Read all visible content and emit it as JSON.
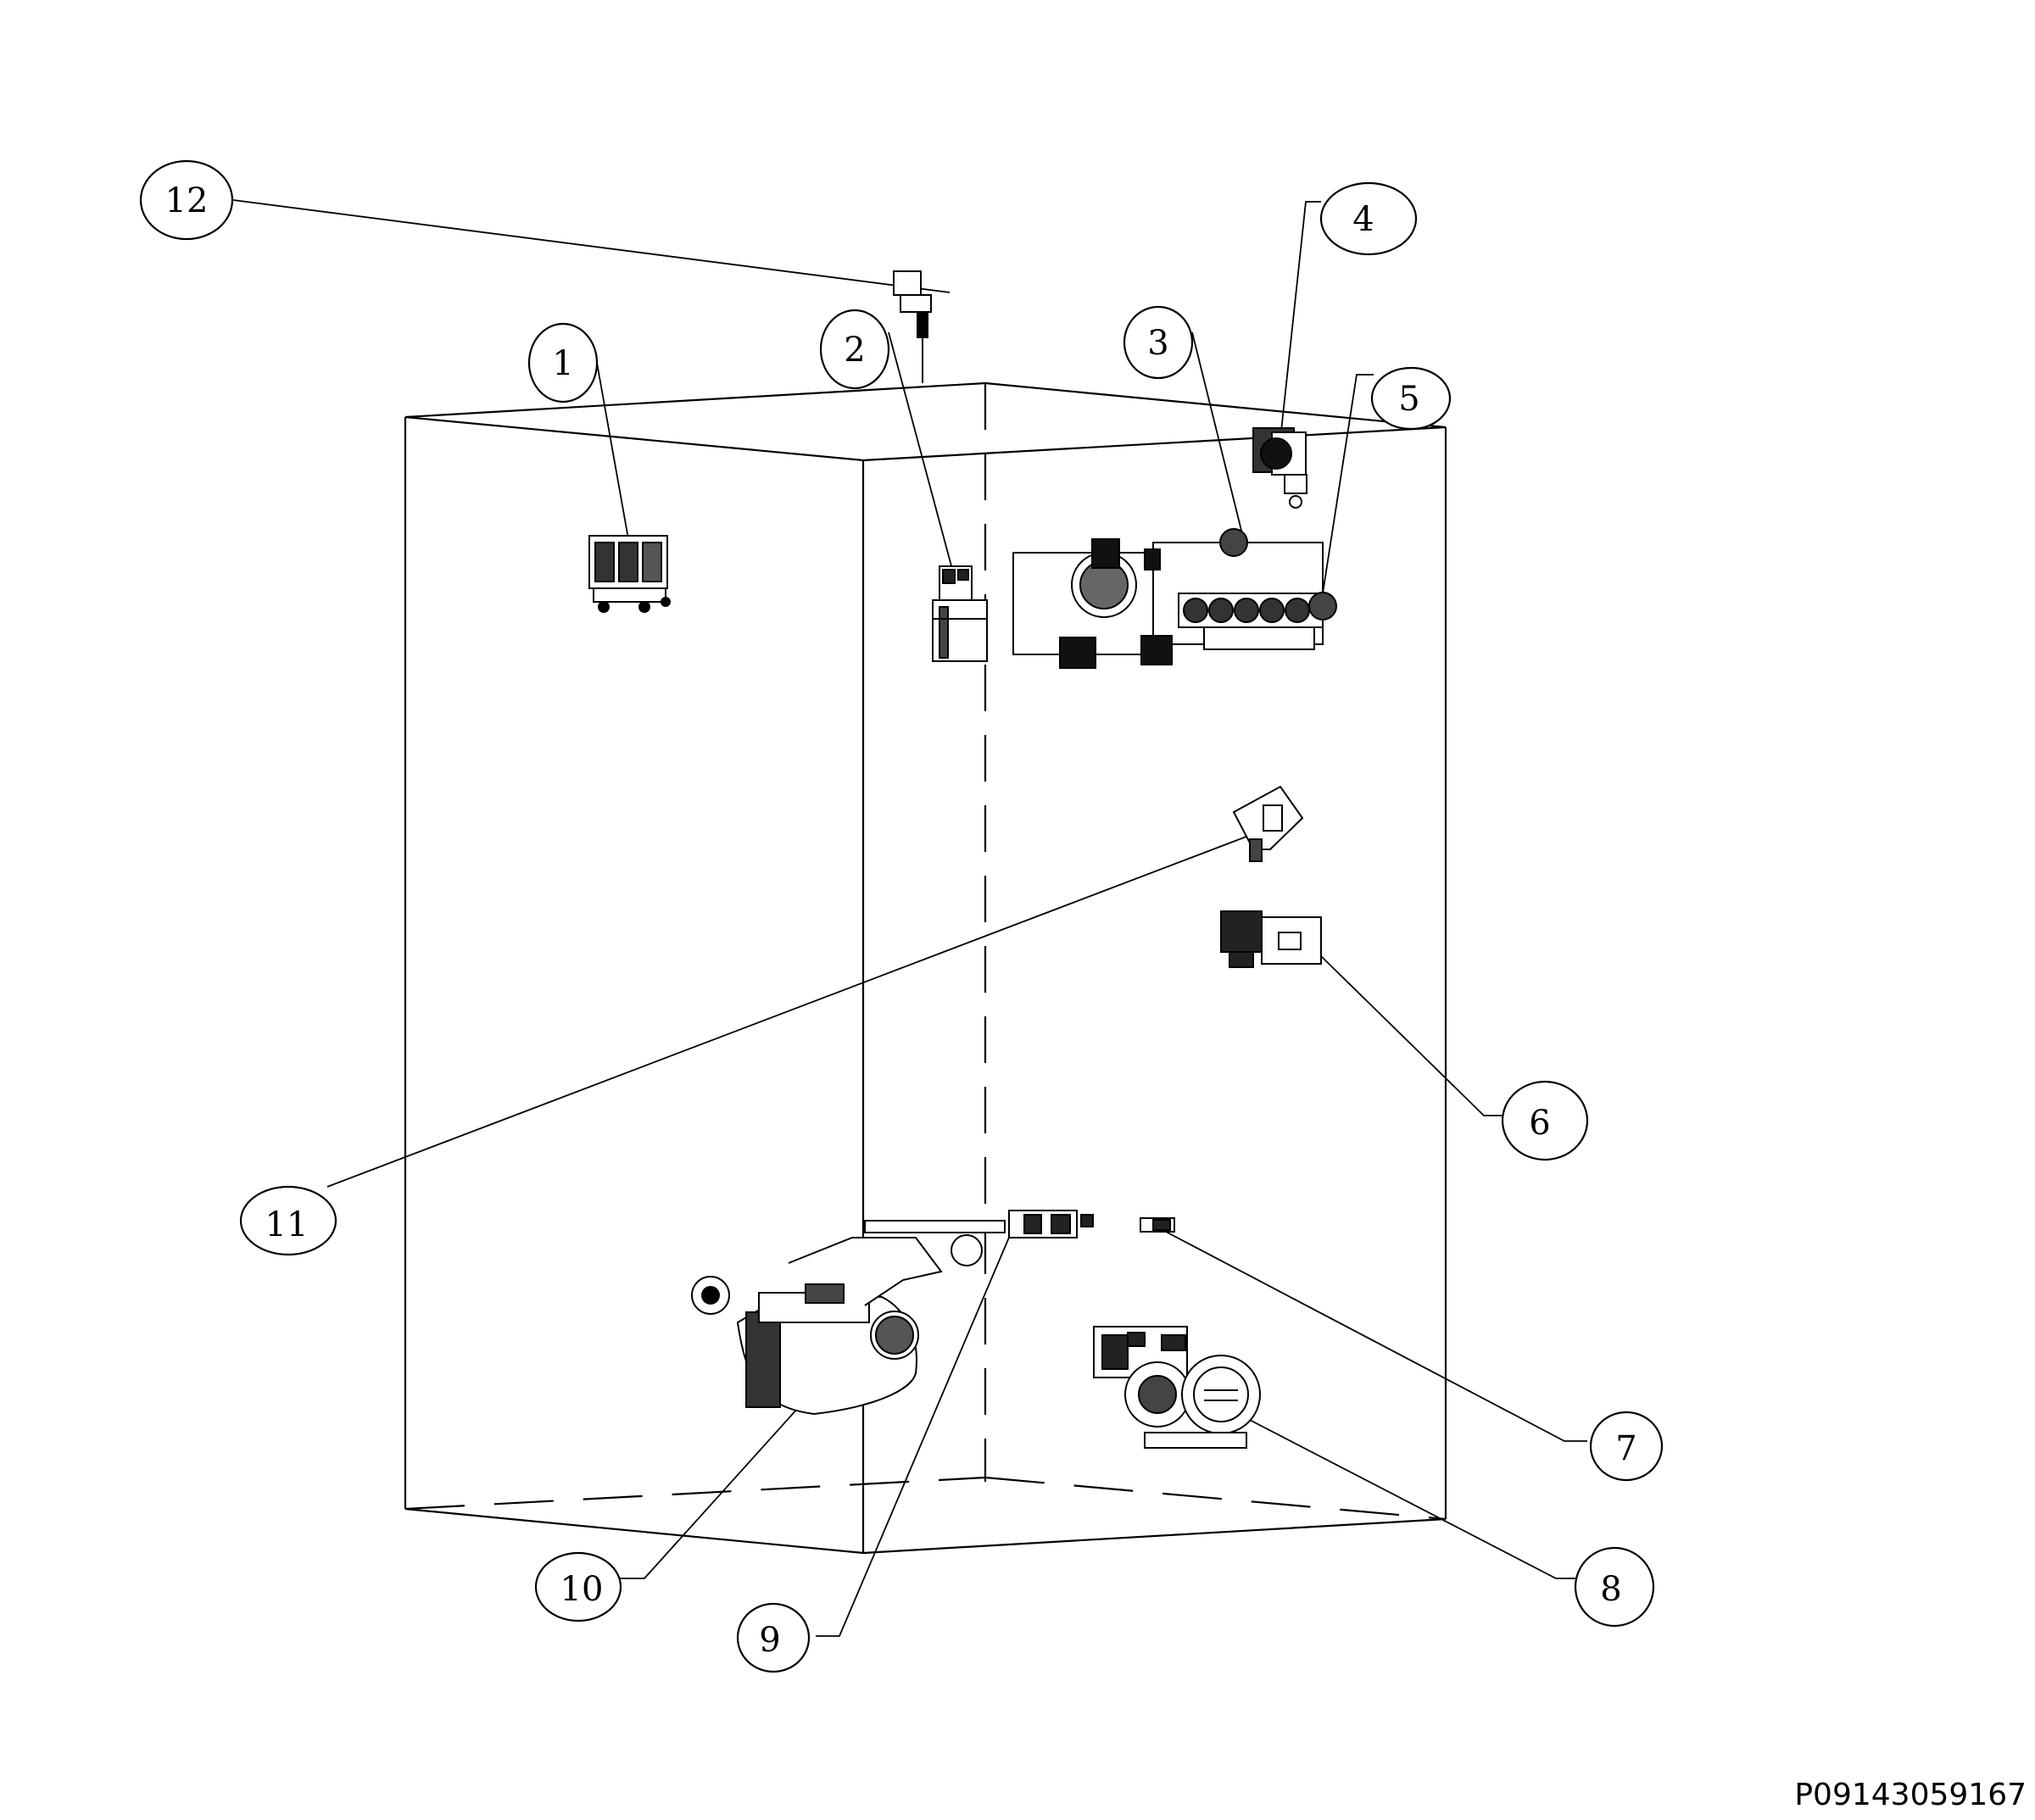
{
  "diagram": {
    "reference_code": "P09143059167",
    "callouts": [
      {
        "id": "callout-1",
        "label": "1"
      },
      {
        "id": "callout-2",
        "label": "2"
      },
      {
        "id": "callout-3",
        "label": "3"
      },
      {
        "id": "callout-4",
        "label": "4"
      },
      {
        "id": "callout-5",
        "label": "5"
      },
      {
        "id": "callout-6",
        "label": "6"
      },
      {
        "id": "callout-7",
        "label": "7"
      },
      {
        "id": "callout-8",
        "label": "8"
      },
      {
        "id": "callout-9",
        "label": "9"
      },
      {
        "id": "callout-10",
        "label": "10"
      },
      {
        "id": "callout-11",
        "label": "11"
      },
      {
        "id": "callout-12",
        "label": "12"
      }
    ]
  }
}
